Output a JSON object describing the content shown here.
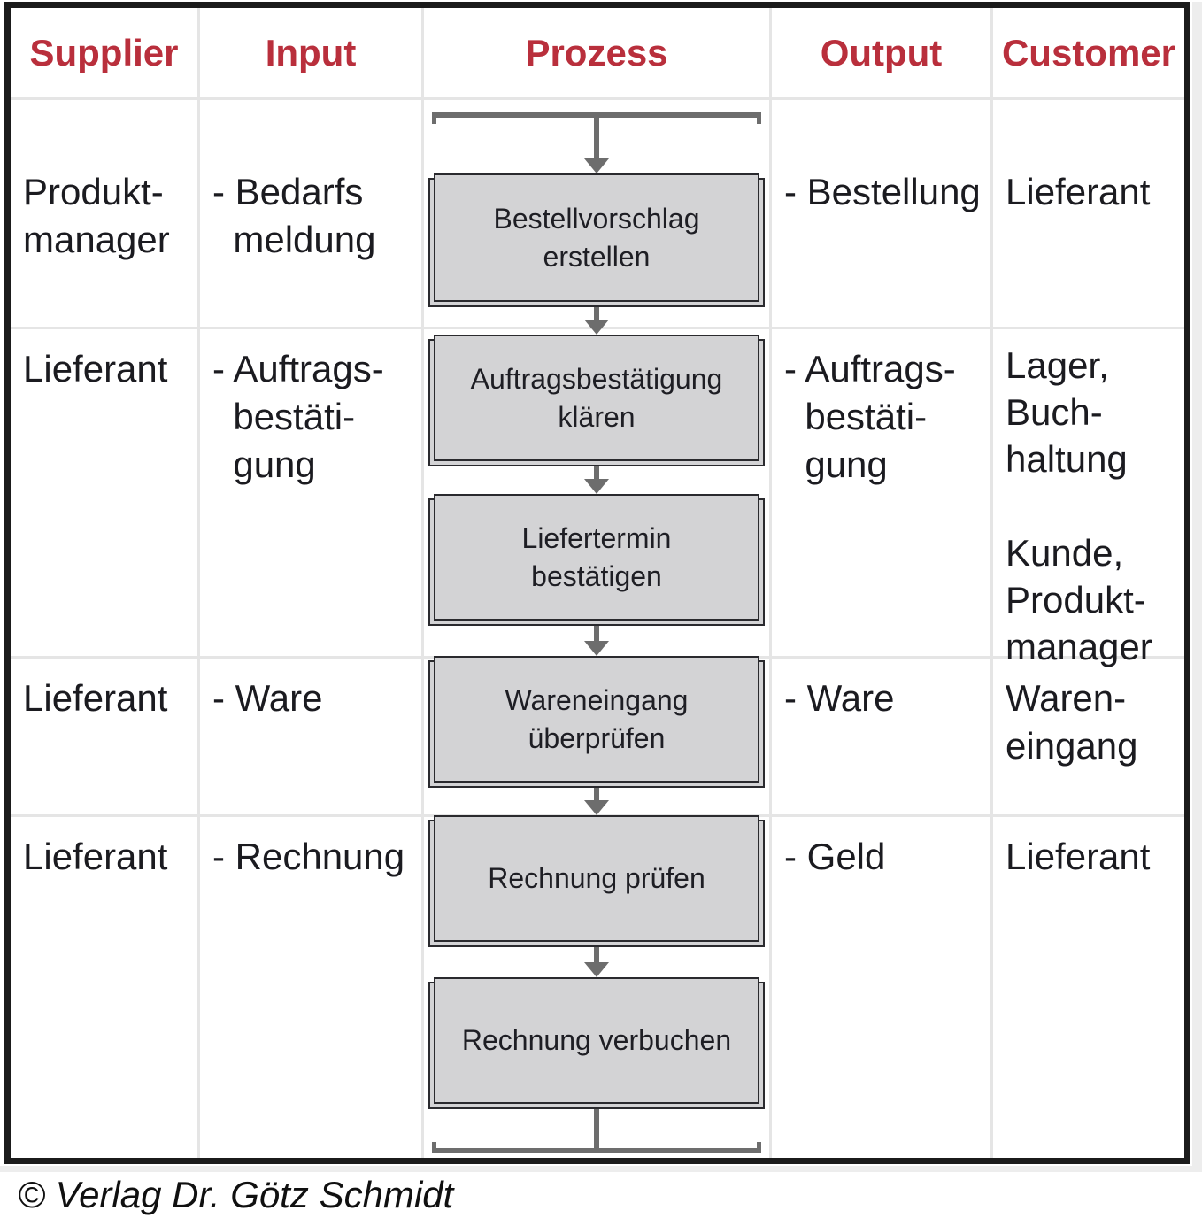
{
  "header": {
    "columns": [
      "Supplier",
      "Input",
      "Prozess",
      "Output",
      "Customer"
    ]
  },
  "rows": [
    {
      "supplier": "Produkt-\nmanager",
      "input": "- Bedarfs\n  meldung",
      "output": "- Bestellung",
      "customer": "Lieferant"
    },
    {
      "supplier": "Lieferant",
      "input": "- Auftrags-\n  bestäti-\n  gung",
      "output": "- Auftrags-\n  bestäti-\n  gung",
      "customer": "Lager,\nBuch-\nhaltung\n\nKunde,\nProdukt-\nmanager"
    },
    {
      "supplier": "Lieferant",
      "input": "- Ware",
      "output": "- Ware",
      "customer": "Waren-\neingang"
    },
    {
      "supplier": "Lieferant",
      "input": "- Rechnung",
      "output": "- Geld",
      "customer": "Lieferant"
    }
  ],
  "process": {
    "steps": [
      "Bestellvorschlag\nerstellen",
      "Auftragsbestätigung\nklären",
      "Liefertermin\nbestätigen",
      "Wareneingang\nüberprüfen",
      "Rechnung prüfen",
      "Rechnung verbuchen"
    ]
  },
  "footer": {
    "copyright": "© Verlag Dr. Götz Schmidt"
  },
  "colors": {
    "header_text": "#b92f3c",
    "box_fill": "#d3d3d5",
    "box_border": "#2a2a2e",
    "arrow": "#6d6d6d",
    "grid_line": "#e5e5e5",
    "table_border": "#1b1b1b"
  }
}
